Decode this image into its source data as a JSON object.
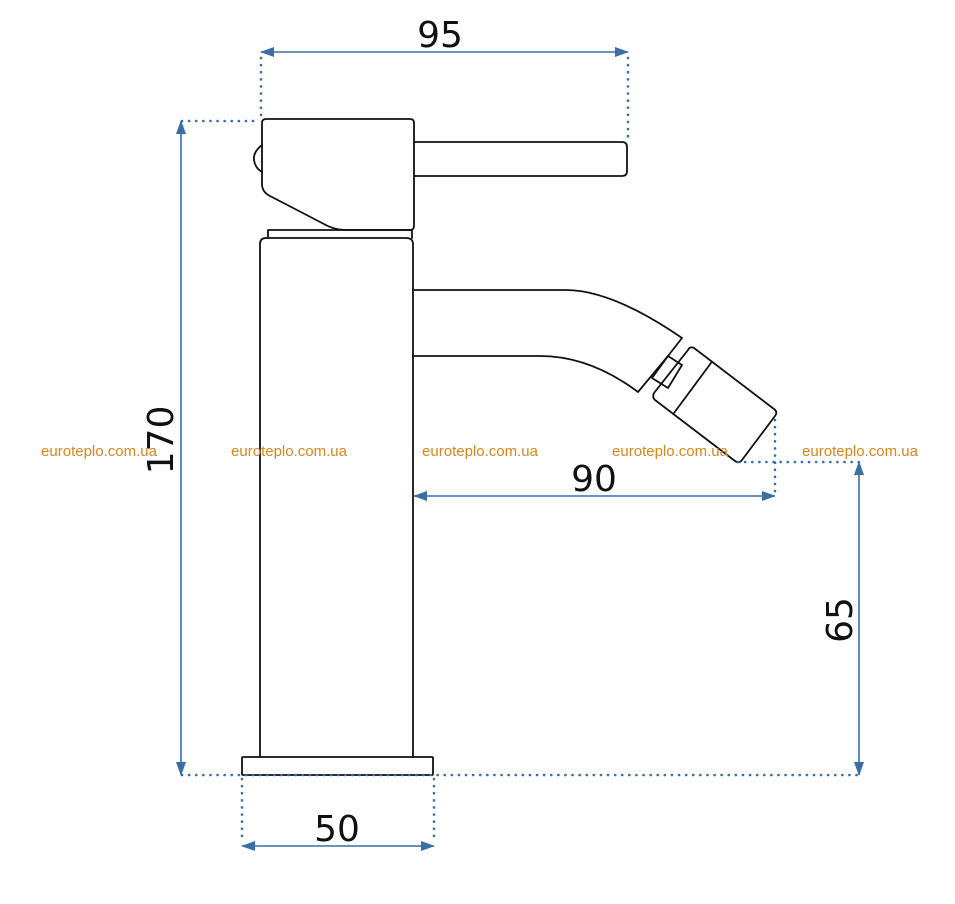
{
  "colors": {
    "outline": "#111111",
    "dimension": "#3a6ea5",
    "dimension_text": "#111111",
    "watermark": "#d9861c"
  },
  "dimensions": {
    "top_width": "95",
    "height_total": "170",
    "spout_reach": "90",
    "spout_height": "65",
    "base_width": "50"
  },
  "watermarks": [
    "euroteplo.com.ua",
    "euroteplo.com.ua",
    "euroteplo.com.ua",
    "euroteplo.com.ua",
    "euroteplo.com.ua"
  ],
  "icons": {
    "faucet": "bidet-faucet-outline-icon",
    "arrow": "dimension-arrow-icon"
  }
}
